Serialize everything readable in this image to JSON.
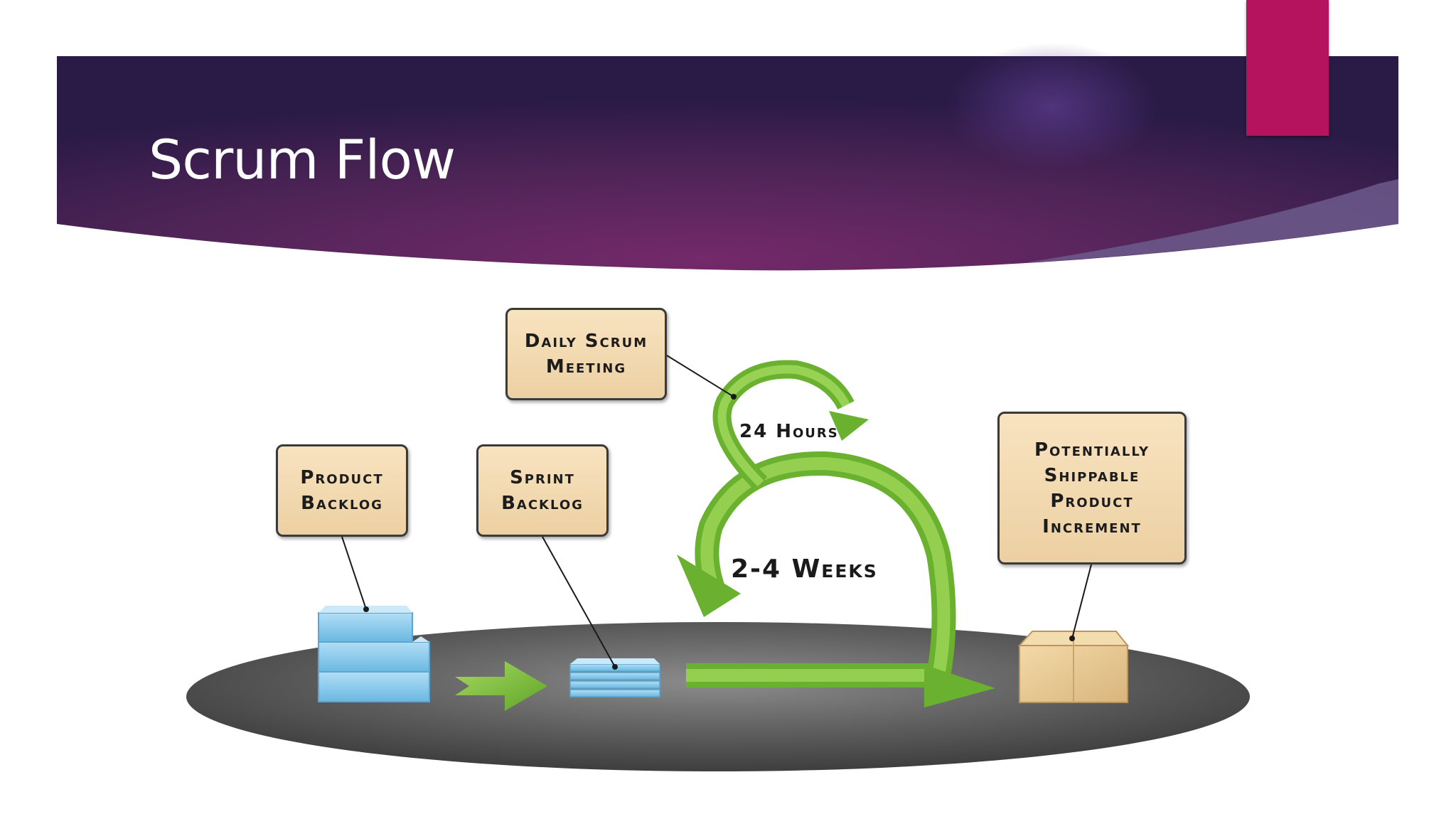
{
  "slide": {
    "title": "Scrum Flow",
    "colors": {
      "header_dark": "#2e1a47",
      "header_mid": "#6b2a66",
      "accent_tab": "#b5135d",
      "box_fill": "#f3dbb2",
      "arrow_green": "#7cc23a",
      "backlog_blue": "#7ec4e8",
      "floor_gray": "#5a5a5a"
    }
  },
  "diagram": {
    "boxes": {
      "daily_scrum": "Daily Scrum\nMeeting",
      "product_backlog": "Product\nBacklog",
      "sprint_backlog": "Sprint\nBacklog",
      "increment": "Potentially\nShippable\nProduct\nIncrement"
    },
    "cycle_labels": {
      "hours": "24 Hours",
      "weeks": "2-4 Weeks"
    },
    "icons": {
      "product_backlog": "stacked-blocks-icon",
      "sprint_backlog": "stacked-sheets-icon",
      "increment": "shipping-box-icon",
      "cycle_arrow": "loop-arrow-icon"
    }
  }
}
